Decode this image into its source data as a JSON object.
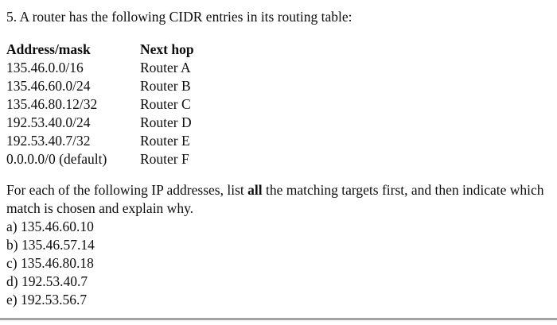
{
  "title": "5. A router has the following CIDR entries in its routing table:",
  "table": {
    "headers": [
      "Address/mask",
      "Next hop"
    ],
    "rows": [
      {
        "address_mask": "135.46.0.0/16",
        "next_hop": "Router A"
      },
      {
        "address_mask": "135.46.60.0/24",
        "next_hop": "Router B"
      },
      {
        "address_mask": "135.46.80.12/32",
        "next_hop": "Router C"
      },
      {
        "address_mask": "192.53.40.0/24",
        "next_hop": "Router D"
      },
      {
        "address_mask": "192.53.40.7/32",
        "next_hop": "Router E"
      },
      {
        "address_mask": "0.0.0.0/0 (default)",
        "next_hop": "Router F"
      }
    ]
  },
  "question": {
    "intro_before_bold": "For each of the following IP addresses, list ",
    "bold_word": "all",
    "intro_after_bold": " the matching targets first, and then indicate which match is chosen and explain why.",
    "items": [
      "a) 135.46.60.10",
      "b) 135.46.57.14",
      "c) 135.46.80.18",
      "d) 192.53.40.7",
      "e) 192.53.56.7"
    ]
  },
  "colors": {
    "divider_gray": "#a3a3a3",
    "text": "#0d0d0d",
    "background": "#ffffff"
  }
}
